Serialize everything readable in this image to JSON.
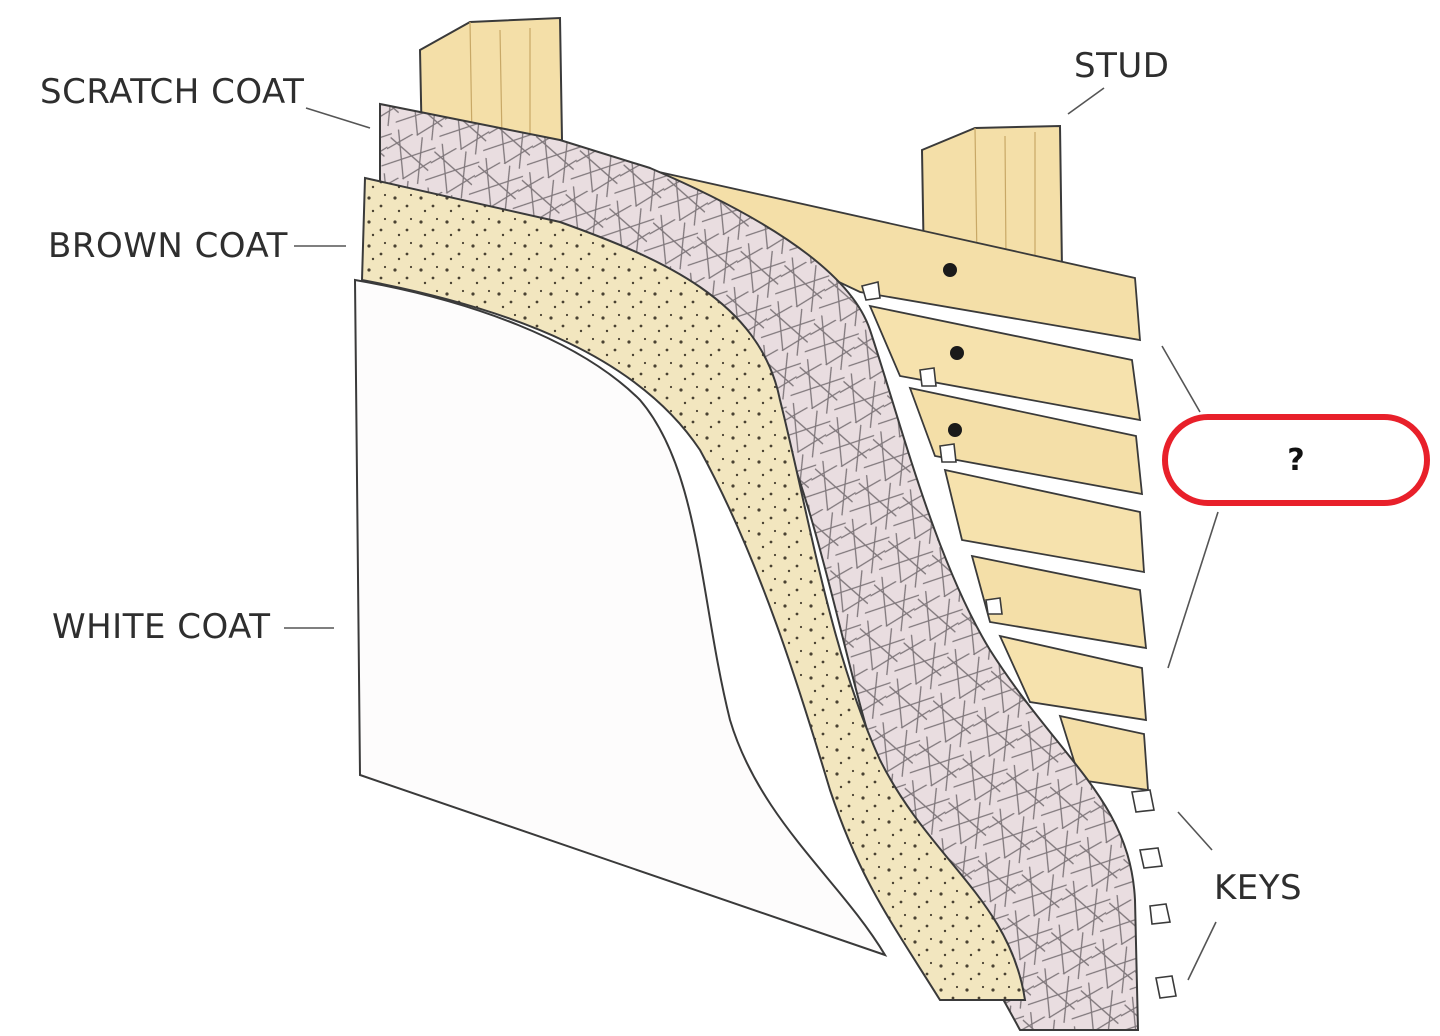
{
  "labels": {
    "scratch_coat": "SCRATCH COAT",
    "brown_coat": "BROWN COAT",
    "white_coat": "WHITE COAT",
    "stud": "STUD",
    "keys": "KEYS"
  },
  "hidden_label": {
    "text": "?"
  },
  "colors": {
    "wood": "#f4dfa8",
    "wood_shadow": "#e6c986",
    "brown_coat": "#f2e6bf",
    "scratch_coat": "#e9dde0",
    "white_coat": "#fdfcfc",
    "outline": "#3a3a3a",
    "highlight_box": "#e8202a"
  }
}
